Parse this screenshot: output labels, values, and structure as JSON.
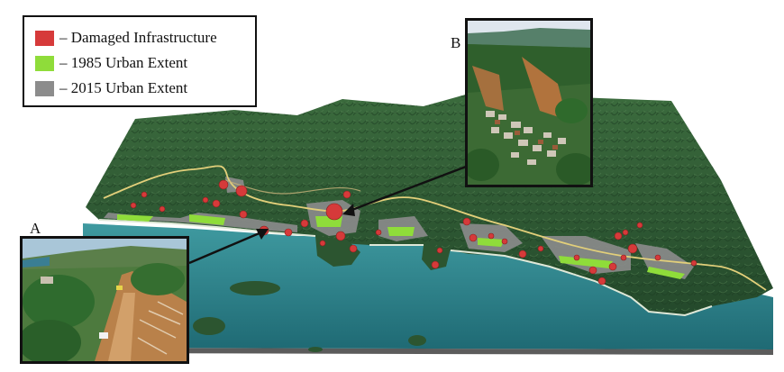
{
  "legend": {
    "items": [
      {
        "label": "– Damaged Infrastructure",
        "color": "#d63a3a"
      },
      {
        "label": "– 1985 Urban Extent",
        "color": "#8fdc3a"
      },
      {
        "label": "– 2015 Urban Extent",
        "color": "#8c8c8c"
      }
    ]
  },
  "panels": {
    "a_label": "A",
    "b_label": "B"
  },
  "colors": {
    "forest": "#2f5a34",
    "ocean": "#2e7f86",
    "urban_1985": "#8fdc3a",
    "urban_2015": "#8c8c8c",
    "damage": "#d63a3a",
    "road": "#e2cf7a"
  }
}
